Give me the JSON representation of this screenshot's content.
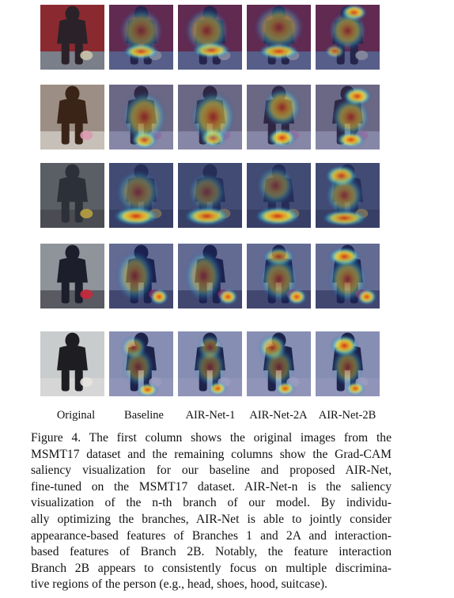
{
  "figure": {
    "column_labels": [
      "Original",
      "Baseline",
      "AIR-Net-1",
      "AIR-Net-2A",
      "AIR-Net-2B"
    ],
    "caption_lines": [
      "Figure 4. The first column shows the original images from the",
      "MSMT17 dataset and the remaining columns show the Grad-CAM",
      "saliency visualization for our baseline and proposed AIR-Net,",
      "fine-tuned on the MSMT17 dataset.  AIR-Net-n is the saliency",
      "visualization of the n-th branch of our model.  By individu-",
      "ally optimizing the branches, AIR-Net is able to jointly consider",
      "appearance-based features of Branches 1 and 2A and interaction-",
      "based features of Branch 2B. Notably, the feature interaction",
      "Branch 2B appears to consistently focus on multiple discrimina-",
      "tive regions of the person (e.g., head, shoes, hood, suitcase)."
    ],
    "rows": [
      {
        "scene": "red-car-pedestrian",
        "bg": "#8a2a30",
        "fg": "#2a2228",
        "ground": "#7a7f8a",
        "accent": "#c9c4a8"
      },
      {
        "scene": "leather-jacket-bikes",
        "bg": "#9c8e84",
        "fg": "#3a2418",
        "ground": "#c7c0b8",
        "accent": "#d99ab0"
      },
      {
        "scene": "hooded-rider",
        "bg": "#5a5f66",
        "fg": "#2c3038",
        "ground": "#4a4c52",
        "accent": "#b8a040"
      },
      {
        "scene": "suitcase-walker",
        "bg": "#8f939a",
        "fg": "#1c1e2c",
        "ground": "#5a5a62",
        "accent": "#c8283a"
      },
      {
        "scene": "snow-walker",
        "bg": "#c9cccd",
        "fg": "#1e1e22",
        "ground": "#d6d6d6",
        "accent": "#e8e4e0"
      }
    ],
    "heat": {
      "row_blobs": [
        [
          [
            [
              0.5,
              0.72,
              0.28,
              0.12,
              1.0
            ],
            [
              0.5,
              0.4,
              0.35,
              0.35,
              0.45
            ]
          ],
          [
            [
              0.52,
              0.7,
              0.3,
              0.12,
              1.0
            ],
            [
              0.45,
              0.4,
              0.35,
              0.35,
              0.5
            ]
          ],
          [
            [
              0.5,
              0.72,
              0.32,
              0.12,
              0.95
            ],
            [
              0.5,
              0.35,
              0.4,
              0.35,
              0.5
            ]
          ],
          [
            [
              0.6,
              0.12,
              0.2,
              0.12,
              1.0
            ],
            [
              0.3,
              0.72,
              0.15,
              0.1,
              0.7
            ],
            [
              0.5,
              0.4,
              0.3,
              0.3,
              0.55
            ]
          ]
        ],
        [
          [
            [
              0.55,
              0.85,
              0.2,
              0.14,
              1.0
            ],
            [
              0.55,
              0.5,
              0.35,
              0.4,
              0.55
            ]
          ],
          [
            [
              0.55,
              0.82,
              0.2,
              0.14,
              1.0
            ],
            [
              0.55,
              0.5,
              0.35,
              0.4,
              0.6
            ]
          ],
          [
            [
              0.55,
              0.82,
              0.22,
              0.14,
              1.0
            ],
            [
              0.55,
              0.35,
              0.3,
              0.3,
              0.6
            ]
          ],
          [
            [
              0.65,
              0.18,
              0.22,
              0.14,
              1.0
            ],
            [
              0.55,
              0.85,
              0.22,
              0.12,
              1.0
            ],
            [
              0.55,
              0.5,
              0.3,
              0.3,
              0.55
            ]
          ]
        ],
        [
          [
            [
              0.42,
              0.82,
              0.35,
              0.14,
              1.0
            ],
            [
              0.45,
              0.45,
              0.35,
              0.35,
              0.4
            ]
          ],
          [
            [
              0.45,
              0.82,
              0.35,
              0.14,
              0.95
            ],
            [
              0.45,
              0.45,
              0.3,
              0.3,
              0.35
            ]
          ],
          [
            [
              0.48,
              0.82,
              0.35,
              0.14,
              1.0
            ],
            [
              0.45,
              0.35,
              0.3,
              0.3,
              0.4
            ]
          ],
          [
            [
              0.4,
              0.2,
              0.25,
              0.16,
              0.9
            ],
            [
              0.45,
              0.85,
              0.35,
              0.12,
              0.9
            ],
            [
              0.45,
              0.5,
              0.3,
              0.3,
              0.5
            ]
          ]
        ],
        [
          [
            [
              0.78,
              0.82,
              0.14,
              0.12,
              1.0
            ],
            [
              0.4,
              0.5,
              0.3,
              0.4,
              0.45
            ]
          ],
          [
            [
              0.78,
              0.82,
              0.15,
              0.12,
              1.0
            ],
            [
              0.4,
              0.5,
              0.3,
              0.4,
              0.45
            ]
          ],
          [
            [
              0.5,
              0.2,
              0.25,
              0.14,
              0.7
            ],
            [
              0.78,
              0.82,
              0.15,
              0.12,
              1.0
            ],
            [
              0.5,
              0.55,
              0.3,
              0.35,
              0.5
            ]
          ],
          [
            [
              0.45,
              0.2,
              0.25,
              0.14,
              1.0
            ],
            [
              0.8,
              0.82,
              0.15,
              0.12,
              1.0
            ],
            [
              0.5,
              0.55,
              0.3,
              0.35,
              0.55
            ]
          ]
        ],
        [
          [
            [
              0.6,
              0.9,
              0.16,
              0.1,
              1.0
            ],
            [
              0.38,
              0.25,
              0.2,
              0.18,
              0.55
            ],
            [
              0.45,
              0.55,
              0.25,
              0.3,
              0.4
            ]
          ],
          [
            [
              0.62,
              0.88,
              0.14,
              0.1,
              1.0
            ],
            [
              0.5,
              0.25,
              0.2,
              0.2,
              0.45
            ],
            [
              0.5,
              0.55,
              0.25,
              0.3,
              0.4
            ]
          ],
          [
            [
              0.6,
              0.88,
              0.15,
              0.1,
              1.0
            ],
            [
              0.4,
              0.25,
              0.22,
              0.2,
              0.7
            ],
            [
              0.5,
              0.55,
              0.25,
              0.3,
              0.4
            ]
          ],
          [
            [
              0.45,
              0.22,
              0.22,
              0.16,
              1.0
            ],
            [
              0.62,
              0.88,
              0.15,
              0.1,
              1.0
            ],
            [
              0.5,
              0.55,
              0.25,
              0.3,
              0.45
            ]
          ]
        ]
      ]
    }
  }
}
